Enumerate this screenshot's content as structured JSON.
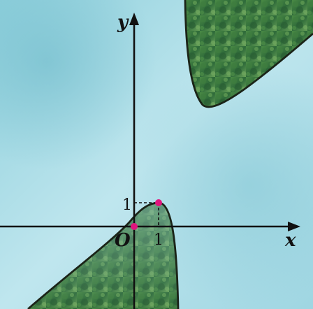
{
  "labels": {
    "y_axis": "y",
    "x_axis": "x",
    "origin": "O",
    "tick_x": "1",
    "tick_y": "1"
  },
  "colors": {
    "water_light": "#bfe6ee",
    "water_mid": "#8fd0dc",
    "water_deep": "#6bb8c8",
    "forest_dark": "#2f6b3a",
    "forest_light": "#6aa35a",
    "point": "#e0157d",
    "outline": "#1b2418"
  },
  "points": [
    {
      "name": "origin",
      "x": 0,
      "y": 0
    },
    {
      "name": "vertex",
      "x": 1,
      "y": 1
    }
  ]
}
